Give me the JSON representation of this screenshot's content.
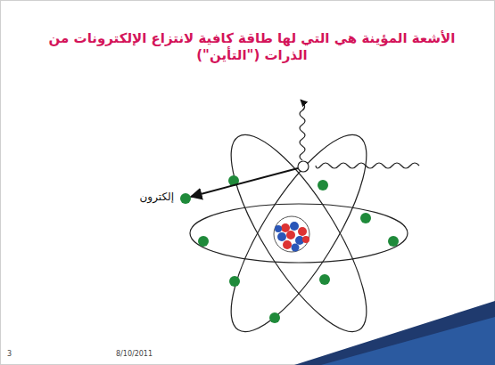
{
  "diagram": {
    "title": "الأشعة المؤينة هي التي لها طاقة كافية لانتزاع الإلكترونات من الذرات (\"التأين\")",
    "labels": [
      "إلكترون",
      "3",
      "8/10/2011"
    ]
  }
}
